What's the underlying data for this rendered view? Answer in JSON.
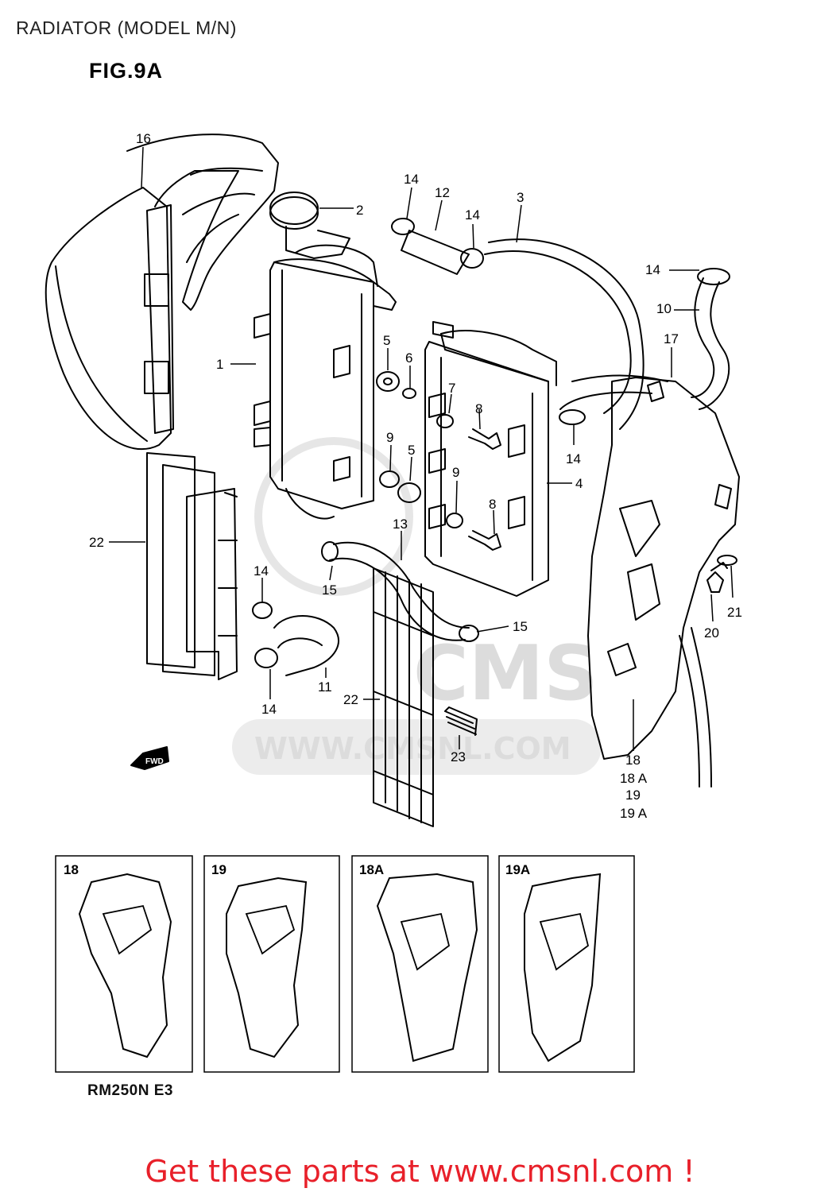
{
  "header": {
    "title": "RADIATOR (MODEL M/N)",
    "figure": "FIG.9A"
  },
  "callouts": [
    {
      "id": "c16",
      "label": "16"
    },
    {
      "id": "c2",
      "label": "2"
    },
    {
      "id": "c14a",
      "label": "14"
    },
    {
      "id": "c12",
      "label": "12"
    },
    {
      "id": "c14b",
      "label": "14"
    },
    {
      "id": "c3",
      "label": "3"
    },
    {
      "id": "c14c",
      "label": "14"
    },
    {
      "id": "c10",
      "label": "10"
    },
    {
      "id": "c17",
      "label": "17"
    },
    {
      "id": "c1",
      "label": "1"
    },
    {
      "id": "c5a",
      "label": "5"
    },
    {
      "id": "c6",
      "label": "6"
    },
    {
      "id": "c7",
      "label": "7"
    },
    {
      "id": "c8a",
      "label": "8"
    },
    {
      "id": "c9a",
      "label": "9"
    },
    {
      "id": "c5b",
      "label": "5"
    },
    {
      "id": "c9b",
      "label": "9"
    },
    {
      "id": "c14d",
      "label": "14"
    },
    {
      "id": "c4",
      "label": "4"
    },
    {
      "id": "c8b",
      "label": "8"
    },
    {
      "id": "c22a",
      "label": "22"
    },
    {
      "id": "c13",
      "label": "13"
    },
    {
      "id": "c14e",
      "label": "14"
    },
    {
      "id": "c15a",
      "label": "15"
    },
    {
      "id": "c15b",
      "label": "15"
    },
    {
      "id": "c21",
      "label": "21"
    },
    {
      "id": "c20",
      "label": "20"
    },
    {
      "id": "c11",
      "label": "11"
    },
    {
      "id": "c14f",
      "label": "14"
    },
    {
      "id": "c22b",
      "label": "22"
    },
    {
      "id": "c23",
      "label": "23"
    },
    {
      "id": "c18",
      "label": "18"
    },
    {
      "id": "c18A",
      "label": "18 A"
    },
    {
      "id": "c19",
      "label": "19"
    },
    {
      "id": "c19A",
      "label": "19 A"
    }
  ],
  "fwd_label": "FWD",
  "watermark": {
    "text": "WWW.CMSNL.COM",
    "logo": "CMS"
  },
  "insets": [
    {
      "label": "18"
    },
    {
      "label": "19"
    },
    {
      "label": "18A"
    },
    {
      "label": "19A"
    }
  ],
  "footer": {
    "model_code": "RM250N E3",
    "cta": "Get these parts at www.cmsnl.com !",
    "cta_color": "#e8202a"
  }
}
